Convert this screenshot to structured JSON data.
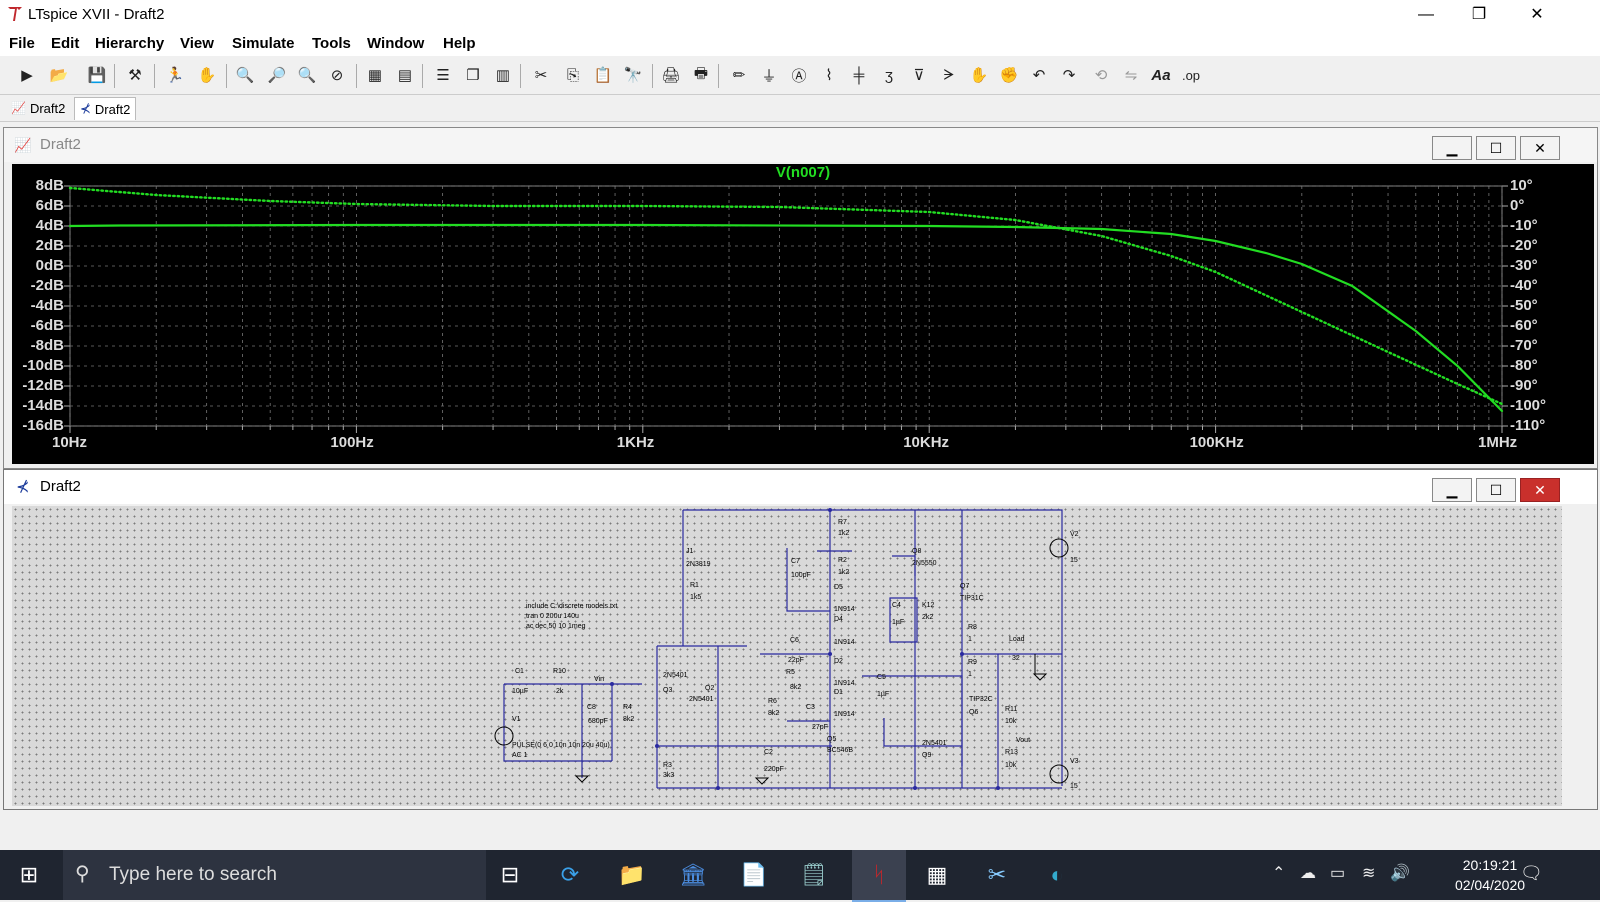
{
  "window": {
    "title": "LTspice XVII - Draft2",
    "controls": {
      "minimize": "—",
      "maximize": "❐",
      "close": "✕"
    }
  },
  "menu": [
    "File",
    "Edit",
    "Hierarchy",
    "View",
    "Simulate",
    "Tools",
    "Window",
    "Help"
  ],
  "toolbar": {
    "icons": [
      "run-icon",
      "open-icon",
      "save-icon",
      "control-panel-icon",
      "halt-icon",
      "pan-hand-icon",
      "zoom-in-icon",
      "zoom-full-icon",
      "zoom-out-icon",
      "zoom-cancel-icon",
      "autorange-icon",
      "grid-icon",
      "tile-horizontal-icon",
      "cascade-icon",
      "tile-vertical-icon",
      "cut-icon",
      "copy-icon",
      "paste-icon",
      "find-icon",
      "print-icon",
      "print-preview-icon",
      "wire-icon",
      "ground-icon",
      "label-icon",
      "resistor-icon",
      "capacitor-icon",
      "inductor-icon",
      "diode-icon",
      "component-icon",
      "move-icon",
      "drag-icon",
      "undo-icon",
      "redo-icon",
      "rotate-icon",
      "mirror-icon",
      "text-icon",
      "spice-directive-icon"
    ],
    "text_label": "Aa",
    "op_label": ".op"
  },
  "tabs": [
    {
      "label": "Draft2",
      "icon": "waveform-icon"
    },
    {
      "label": "Draft2",
      "icon": "schematic-icon",
      "active": true
    }
  ],
  "waveform_window": {
    "title": "Draft2",
    "trace_label": "V(n007)",
    "trace_color": "#22dd22"
  },
  "chart_data": {
    "type": "line",
    "title": "V(n007)",
    "x_scale": "log",
    "x_ticks": [
      "10Hz",
      "100Hz",
      "1KHz",
      "10KHz",
      "100KHz",
      "1MHz"
    ],
    "xlim": [
      10,
      1000000
    ],
    "y_left_ticks": [
      "8dB",
      "6dB",
      "4dB",
      "2dB",
      "0dB",
      "-2dB",
      "-4dB",
      "-6dB",
      "-8dB",
      "-10dB",
      "-12dB",
      "-14dB",
      "-16dB"
    ],
    "ylim_left": [
      -16,
      8
    ],
    "y_right_ticks": [
      "10°",
      "0°",
      "-10°",
      "-20°",
      "-30°",
      "-40°",
      "-50°",
      "-60°",
      "-70°",
      "-80°",
      "-90°",
      "-100°",
      "-110°"
    ],
    "ylim_right": [
      -110,
      10
    ],
    "grid": true,
    "series": [
      {
        "name": "magnitude",
        "style": "solid",
        "x": [
          10,
          15,
          100,
          1000,
          10000,
          20000,
          40000,
          70000,
          100000,
          150000,
          200000,
          300000,
          500000,
          700000,
          1000000
        ],
        "y": [
          4.0,
          4.05,
          4.1,
          4.1,
          4.0,
          3.9,
          3.7,
          3.2,
          2.5,
          1.3,
          0.2,
          -2.0,
          -6.5,
          -10.0,
          -14.5
        ]
      },
      {
        "name": "phase",
        "style": "dotted",
        "axis": "right",
        "x": [
          10,
          20,
          50,
          100,
          300,
          1000,
          3000,
          10000,
          20000,
          40000,
          70000,
          100000,
          200000,
          400000,
          700000,
          1000000
        ],
        "y": [
          9,
          5.5,
          2.5,
          1,
          0,
          0,
          -0.5,
          -3,
          -7,
          -15,
          -25,
          -33,
          -53,
          -73,
          -89,
          -99
        ]
      }
    ]
  },
  "schematic_window": {
    "title": "Draft2",
    "directives": [
      ".include C:\\discrete models.txt",
      ";tran 0 200u 140u",
      ".ac dec 50 10 1meg"
    ],
    "labels": [
      "J1",
      "2N3819",
      "R1",
      "1k5",
      "C1",
      "10µF",
      "R10",
      "2k",
      "Vin",
      "C8",
      "680pF",
      "R4",
      "8k2",
      "V1",
      "PULSE(0 6 0 10n 10n 20u 40u)",
      "AC 1",
      "R3",
      "3k3",
      "2N5401",
      "Q3",
      "Q2",
      "2N5401",
      "C7",
      "100pF",
      "R7",
      "1k2",
      "R2",
      "1k2",
      "D5",
      "1N914",
      "D4",
      "1N914",
      "C6",
      "22pF",
      "R5",
      "8k2",
      "R6",
      "8k2",
      "D2",
      "1N914",
      "D1",
      "1N914",
      "C3",
      "27pF",
      "C2",
      "220pF",
      "Q5",
      "BC546B",
      "C5",
      "1µF",
      "Q8",
      "2N5550",
      "C4",
      "1µF",
      "K12",
      "2k2",
      "Q7",
      "TIP31C",
      "R8",
      "1",
      "R9",
      "1",
      "Load",
      "32",
      "TIP32C",
      "Q6",
      "2N5401",
      "Q9",
      "R11",
      "10k",
      "Vout",
      "R13",
      "10k",
      "V2",
      "15",
      "V3",
      "15"
    ]
  },
  "taskbar": {
    "search_placeholder": "Type here to search",
    "apps": [
      "task-view-icon",
      "sync-icon",
      "file-explorer-icon",
      "bank-icon",
      "document-icon",
      "notes-icon",
      "ltspice-icon",
      "calculator-icon",
      "snipping-tool-icon",
      "edge-icon"
    ],
    "time": "20:19:21",
    "date": "02/04/2020"
  }
}
